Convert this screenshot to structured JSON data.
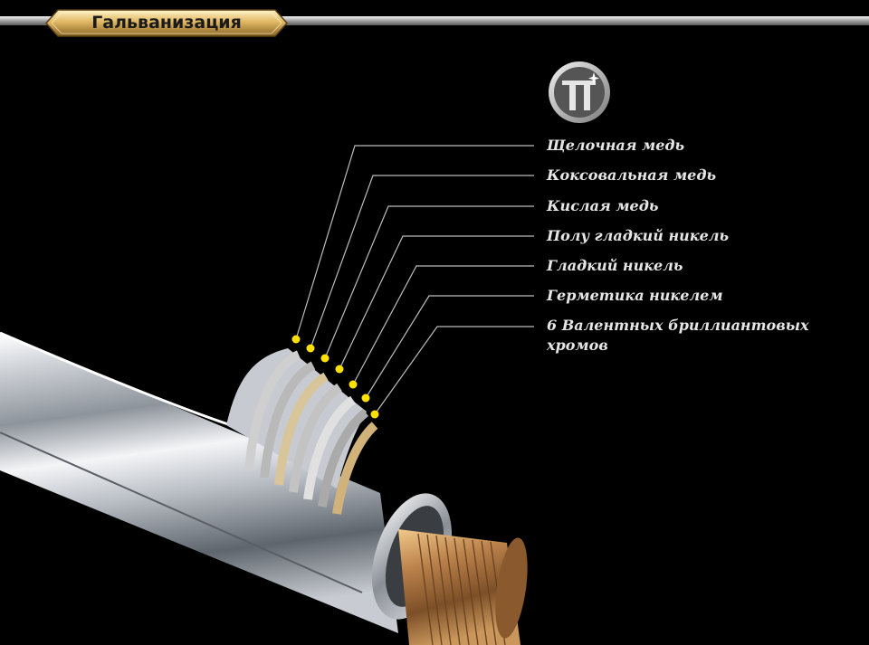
{
  "title": "Гальванизация",
  "layers": [
    "Щелочная медь",
    "Коксовальная медь",
    "Кислая медь",
    "Полу гладкий никель",
    "Гладкий никель",
    "Герметика никелем",
    "6 Валентных бриллиантовых хромов"
  ],
  "icons": {
    "logo": "brand-logo-icon"
  },
  "colors": {
    "background": "#000000",
    "dot": "#ffe100",
    "label": "#e6e6e6",
    "badge": "#d8b15a",
    "rail": "#9a9a9a"
  }
}
